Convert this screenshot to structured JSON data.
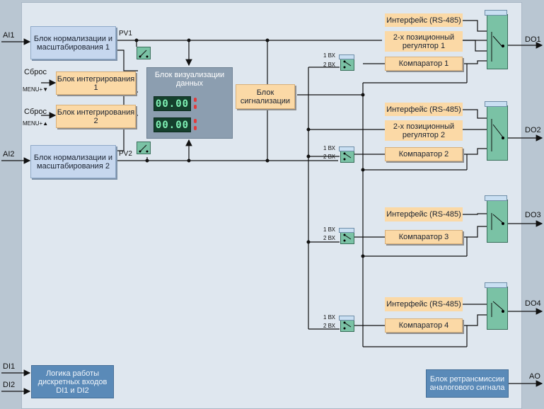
{
  "inputs": {
    "ai1": "AI1",
    "ai2": "AI2",
    "di1": "DI1",
    "di2": "DI2"
  },
  "outputs": {
    "do1": "DO1",
    "do2": "DO2",
    "do3": "DO3",
    "do4": "DO4",
    "ao": "AO"
  },
  "pv": {
    "pv1": "PV1",
    "pv2": "PV2"
  },
  "reset": {
    "label1": "Сброс",
    "menu1": "MENU+▼",
    "label2": "Сброс",
    "menu2": "MENU+▲"
  },
  "blocks": {
    "norm1": "Блок нормализации и масштабирования 1",
    "norm2": "Блок нормализации и масштабирования 2",
    "integ1": "Блок интегрирования 1",
    "integ2": "Блок интегрирования 2",
    "vis_title": "Блок визуализации данных",
    "signal": "Блок сигнализации",
    "logic": "Логика работы дискретных входов DI1 и DI2",
    "retrans": "Блок ретрансмиссии аналогового сигнала"
  },
  "display": {
    "row1": "00.00",
    "row2": "00.00"
  },
  "channels": [
    {
      "iface": "Интерфейс (RS-485)",
      "regulator": "2-х позиционный регулятор 1",
      "comparator": "Компаратор 1",
      "in1": "1 ВХ",
      "in2": "2 ВХ"
    },
    {
      "iface": "Интерфейс (RS-485)",
      "regulator": "2-х позиционный регулятор 2",
      "comparator": "Компаратор 2",
      "in1": "1 ВХ",
      "in2": "2 ВХ"
    },
    {
      "iface": "Интерфейс (RS-485)",
      "comparator": "Компаратор 3",
      "in1": "1 ВХ",
      "in2": "2 ВХ"
    },
    {
      "iface": "Интерфейс (RS-485)",
      "comparator": "Компаратор 4",
      "in1": "1 ВХ",
      "in2": "2 ВХ"
    }
  ]
}
